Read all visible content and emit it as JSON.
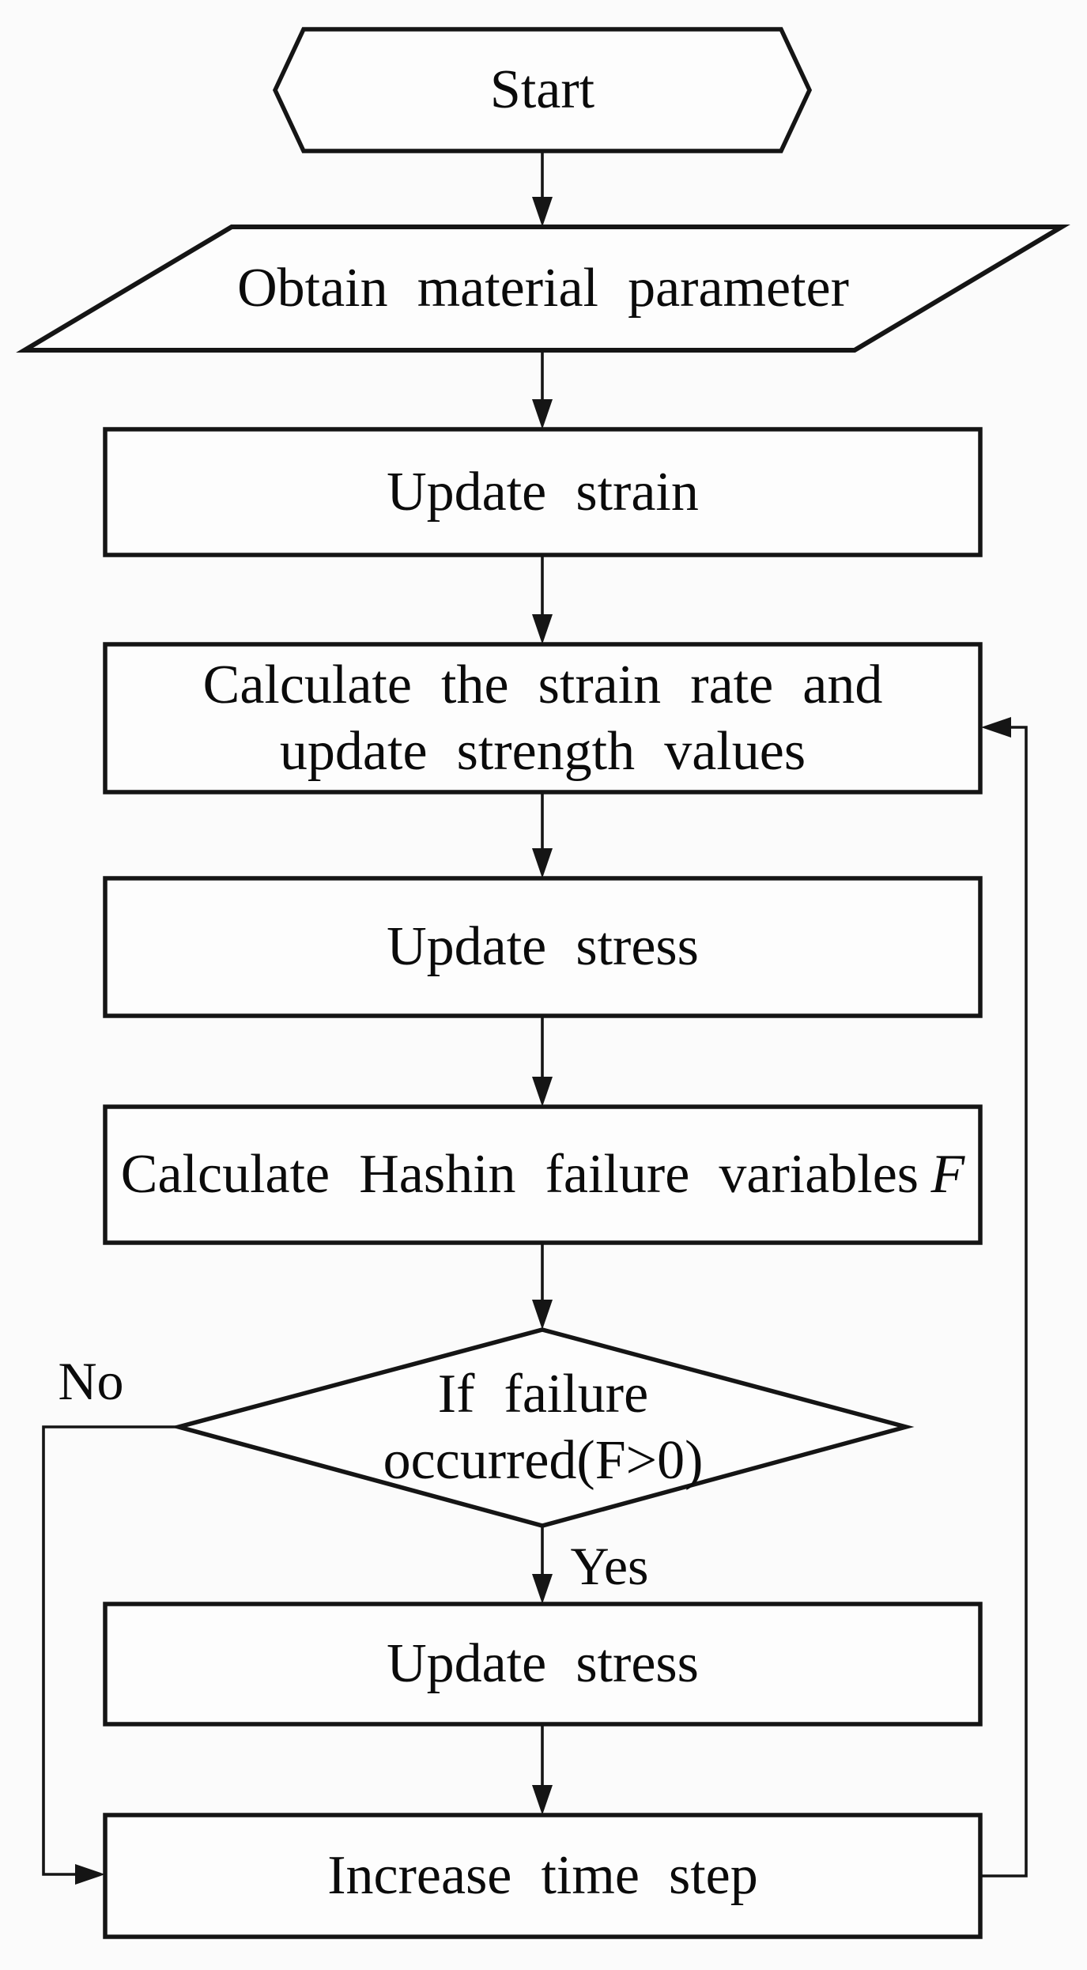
{
  "colors": {
    "background": "#fbfbfb",
    "stroke": "#151515",
    "text": "#0b0b0b"
  },
  "flowchart": {
    "nodes": {
      "start": {
        "type": "hexagon",
        "label": "Start"
      },
      "obtain_params": {
        "type": "parallelogram",
        "label": "Obtain material parameter"
      },
      "update_strain": {
        "type": "process",
        "label": "Update strain"
      },
      "calc_strain_rate": {
        "type": "process",
        "label": "Calculate the strain rate and\nupdate strength values"
      },
      "update_stress_1": {
        "type": "process",
        "label": "Update stress"
      },
      "calc_hashin": {
        "type": "process",
        "label_text": "Calculate Hashin failure variables",
        "label_variable": "F"
      },
      "decision_failure": {
        "type": "decision",
        "label": "If failure\noccurred(F>0)"
      },
      "update_stress_2": {
        "type": "process",
        "label": "Update stress"
      },
      "increase_time_step": {
        "type": "process",
        "label": "Increase time step"
      }
    },
    "edge_labels": {
      "no": "No",
      "yes": "Yes"
    }
  }
}
